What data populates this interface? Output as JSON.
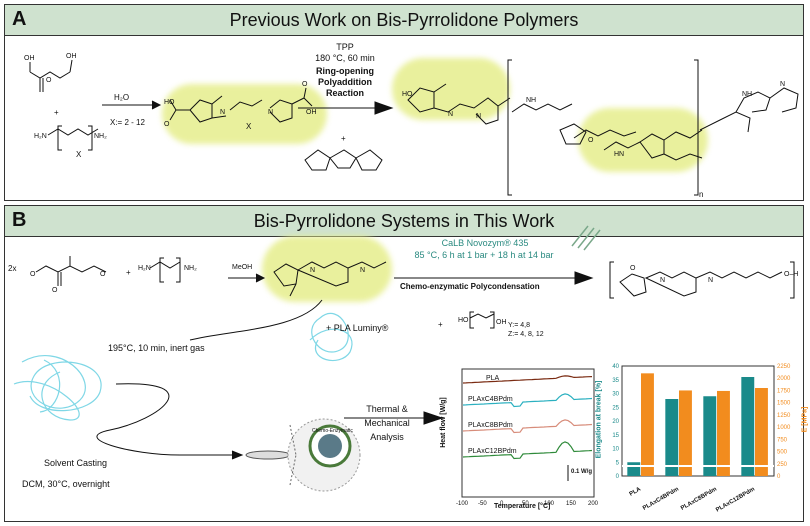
{
  "panelA": {
    "label": "A",
    "title": "Previous Work on Bis-Pyrrolidone Polymers",
    "water": "H₂O",
    "x_range": "X:= 2 - 12",
    "catalyst": "TPP",
    "conditions": "180 °C, 60 min",
    "reaction": "Ring-opening Polyaddition Reaction",
    "plus": "+",
    "x_sub": "X",
    "n_sub": "n"
  },
  "panelB": {
    "label": "B",
    "title": "Bis-Pyrrolidone Systems in This Work",
    "coeff": "2x",
    "solvent": "MeOH",
    "enzyme": "CaLB Novozym® 435",
    "enzyme_conditions": "85 °C, 6 h at 1 bar + 18 h at 14 bar",
    "polycondensation": "Chemo-enzymatic Polycondensation",
    "diol_y": "Y:= 4,8",
    "diol_z": "Z:= 4, 8, 12",
    "pla": "+ PLA Luminy®",
    "melt": "195°C, 10 min, inert gas",
    "casting": "Solvent Casting",
    "casting_conditions": "DCM, 30°C, overnight",
    "analysis": "Thermal & Mechanical Analysis",
    "film_logo": "Chemo-Enzymatic"
  },
  "dsc": {
    "ylabel": "Heat flow [W/g]",
    "xlabel": "Temperature [°C]",
    "xticks": [
      "-100",
      "-50",
      "0",
      "50",
      "100",
      "150",
      "200"
    ],
    "scale": "0.1 W/g",
    "series": [
      "PLA",
      "PLAxC4BPdm",
      "PLAxC8BPdm",
      "PLAxC12BPdm"
    ],
    "colors": [
      "#7a2b12",
      "#2bb0c0",
      "#d78c7a",
      "#2f8a3a"
    ]
  },
  "chart_data": {
    "type": "bar",
    "categories": [
      "PLA",
      "PLAxC4BPdm",
      "PLAxC8BPdm",
      "PLAxC12BPdm"
    ],
    "series": [
      {
        "name": "Elongation at break [%]",
        "values": [
          5,
          28,
          29,
          36
        ],
        "axis": "left",
        "color": "#1a8a8a"
      },
      {
        "name": "E [MPa]",
        "values": [
          2100,
          1750,
          1740,
          1800
        ],
        "axis": "right",
        "color": "#f28c1e"
      }
    ],
    "ylabel": "Elongation at break [%]",
    "ylabel_right": "E [MPa]",
    "yticks": [
      "0",
      "5",
      "10",
      "15",
      "20",
      "25",
      "30",
      "35",
      "40"
    ],
    "yticks_right": [
      "0",
      "250",
      "500",
      "750",
      "1000",
      "1250",
      "1500",
      "1750",
      "2000",
      "2250"
    ],
    "ylim": [
      0,
      40
    ],
    "ylim_right": [
      0,
      2250
    ]
  }
}
